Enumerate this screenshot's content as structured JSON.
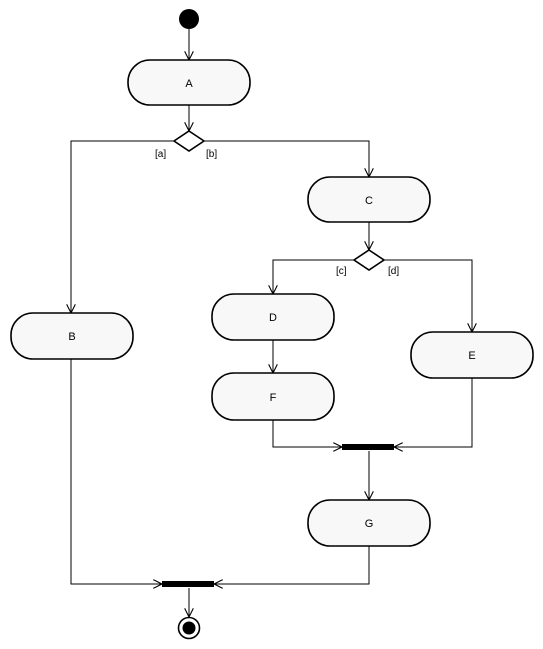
{
  "diagram": {
    "type": "uml-activity",
    "nodes": {
      "A": "A",
      "B": "B",
      "C": "C",
      "D": "D",
      "E": "E",
      "F": "F",
      "G": "G"
    },
    "guards": {
      "a": "[a]",
      "b": "[b]",
      "c": "[c]",
      "d": "[d]"
    },
    "colors": {
      "stroke": "#000000",
      "node_fill": "#f8f8f8",
      "background": "#ffffff"
    }
  }
}
